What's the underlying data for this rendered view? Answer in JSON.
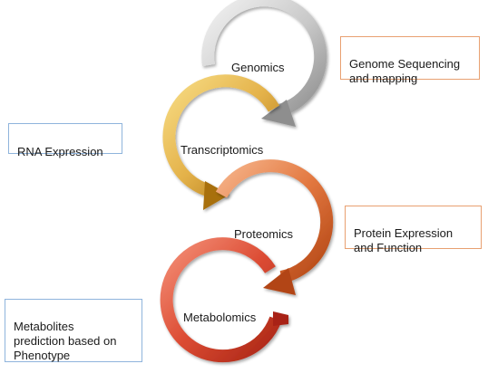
{
  "stages": [
    {
      "id": "genomics",
      "label": "Genomics",
      "color_light": "#e6e6e6",
      "color_dark": "#9a9a9a"
    },
    {
      "id": "transcriptomics",
      "label": "Transcriptomics",
      "color_light": "#f3d37a",
      "color_dark": "#b57f1a"
    },
    {
      "id": "proteomics",
      "label": "Proteomics",
      "color_light": "#f0a070",
      "color_dark": "#c04e1e"
    },
    {
      "id": "metabolomics",
      "label": "Metabolomics",
      "color_light": "#ee7a62",
      "color_dark": "#b82a18"
    }
  ],
  "notes": {
    "genome": "Genome Sequencing\nand mapping",
    "rna": "RNA Expression",
    "protein": "Protein Expression\nand Function",
    "metabolites": "Metabolites\nprediction based on\nPhenotype"
  },
  "colors": {
    "note_border_orange": "#e8a071",
    "note_border_blue": "#8fb4dc"
  }
}
